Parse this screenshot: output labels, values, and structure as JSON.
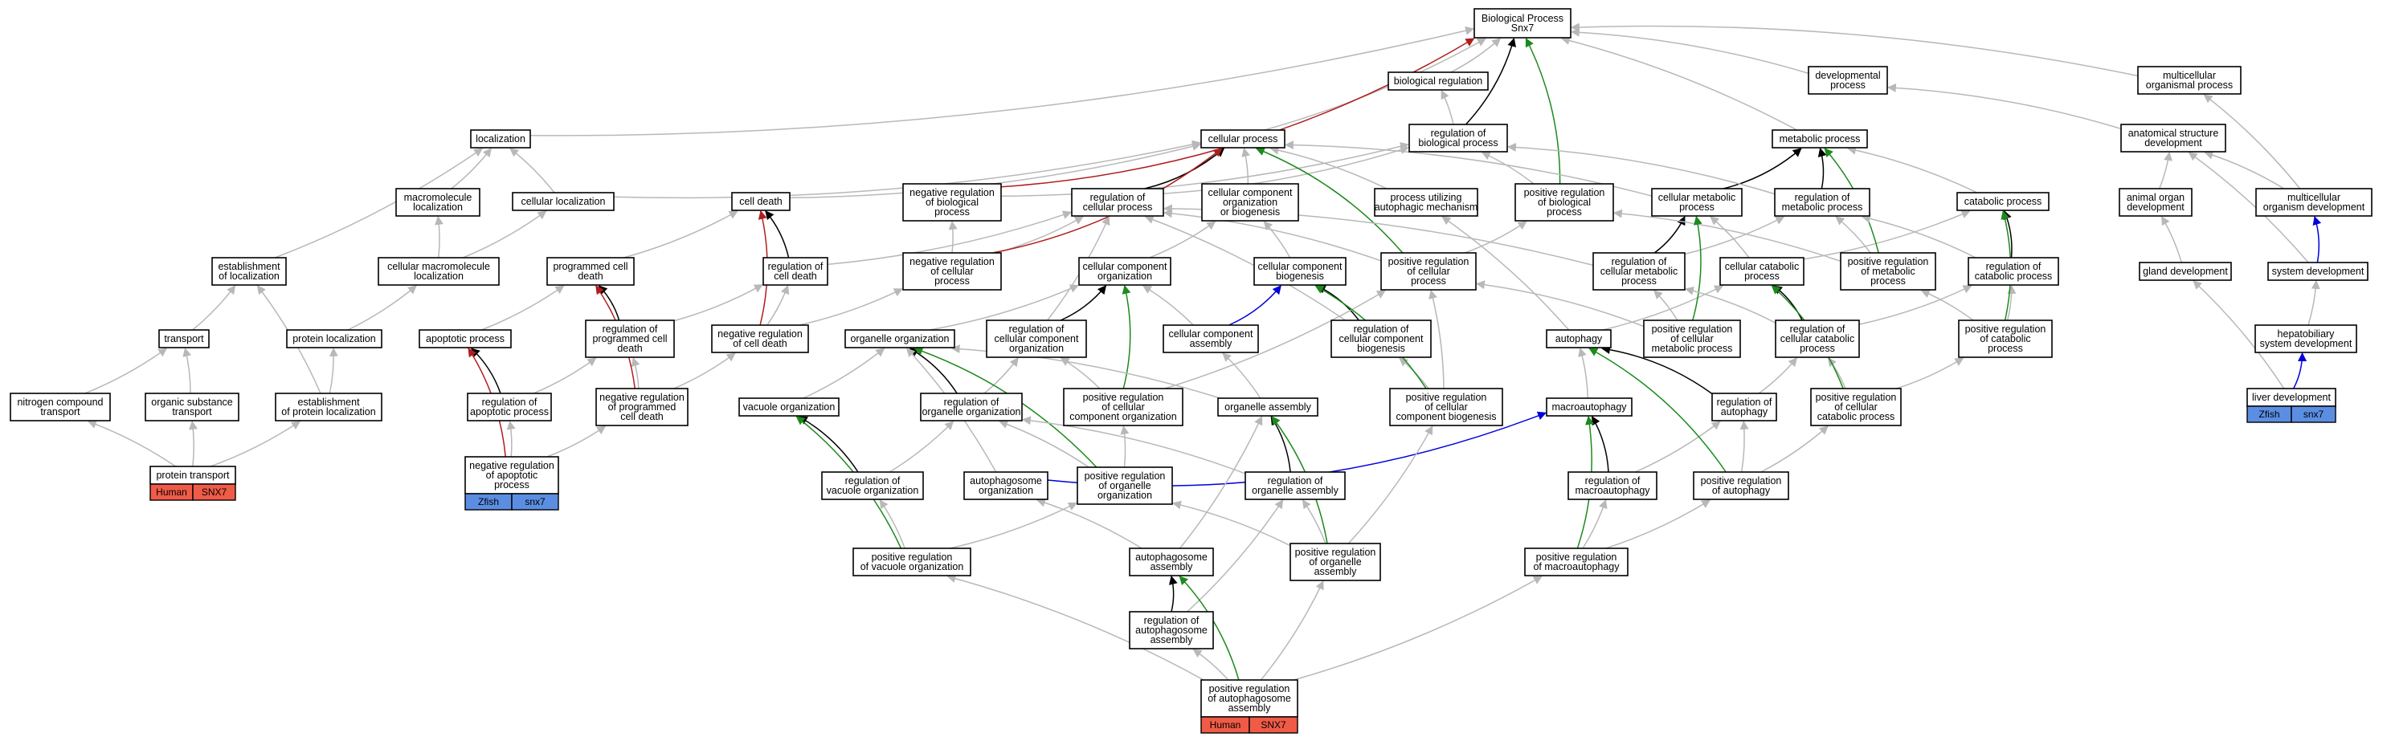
{
  "colors": {
    "is_a": "#b8b8b8",
    "part_of": "#000000",
    "regulates": "#b01d1d",
    "positively_regulates": "#1c8a1c",
    "negatively_regulates_alt": "#0000dd",
    "human_tag": "#f05b47",
    "zfish_tag": "#5b8ee2"
  },
  "nodes": {
    "bp": [
      "Biological Process",
      "Snx7"
    ],
    "bioreg": [
      "biological regulation"
    ],
    "devproc": [
      "developmental",
      "process"
    ],
    "multidev": [
      "multicellular",
      "organismal process"
    ],
    "cellproc": [
      "cellular process"
    ],
    "regbio": [
      "regulation of",
      "biological process"
    ],
    "metab": [
      "metabolic process"
    ],
    "anatdev": [
      "anatomical structure",
      "development"
    ],
    "loc": [
      "localization"
    ],
    "macroloc": [
      "macromolecule",
      "localization"
    ],
    "cellloc": [
      "cellular localization"
    ],
    "celldeath": [
      "cell death"
    ],
    "negregbio": [
      "negative regulation",
      "of biological",
      "process"
    ],
    "regcell": [
      "regulation of",
      "cellular process"
    ],
    "ccorg": [
      "cellular component",
      "organization",
      "or biogenesis"
    ],
    "autophmech": [
      "process utilizing",
      "autophagic mechanism"
    ],
    "posregbio": [
      "positive regulation",
      "of biological",
      "process"
    ],
    "cellmetab": [
      "cellular metabolic",
      "process"
    ],
    "regmetab": [
      "regulation of",
      "metabolic process"
    ],
    "catab": [
      "catabolic process"
    ],
    "animorgan": [
      "animal organ",
      "development"
    ],
    "multiorgdev": [
      "multicellular",
      "organism development"
    ],
    "estloc": [
      "establishment",
      "of localization"
    ],
    "cellmacroloc": [
      "cellular macromolecule",
      "localization"
    ],
    "progdeath": [
      "programmed cell",
      "death"
    ],
    "regcelldeath": [
      "regulation of",
      "cell death"
    ],
    "negregcell": [
      "negative regulation",
      "of cellular",
      "process"
    ],
    "ccorg2": [
      "cellular component",
      "organization"
    ],
    "ccbio": [
      "cellular component",
      "biogenesis"
    ],
    "posregcell": [
      "positive regulation",
      "of cellular",
      "process"
    ],
    "regcellmetab": [
      "regulation of",
      "cellular metabolic",
      "process"
    ],
    "cellcatab": [
      "cellular catabolic",
      "process"
    ],
    "posregmetab": [
      "positive regulation",
      "of metabolic",
      "process"
    ],
    "regcatab": [
      "regulation of",
      "catabolic process"
    ],
    "glanddev": [
      "gland development"
    ],
    "sysdev": [
      "system development"
    ],
    "transport": [
      "transport"
    ],
    "protloc": [
      "protein localization"
    ],
    "apoptotic": [
      "apoptotic process"
    ],
    "regprogdeath": [
      "regulation of",
      "programmed cell",
      "death"
    ],
    "negregcelldeath": [
      "negative regulation",
      "of cell death"
    ],
    "orgorg": [
      "organelle organization"
    ],
    "regccorg": [
      "regulation of",
      "cellular component",
      "organization"
    ],
    "ccasm": [
      "cellular component",
      "assembly"
    ],
    "regccbio": [
      "regulation of",
      "cellular component",
      "biogenesis"
    ],
    "autophagy": [
      "autophagy"
    ],
    "posregcellmetab": [
      "positive regulation",
      "of cellular",
      "metabolic process"
    ],
    "regcellcatab": [
      "regulation of",
      "cellular catabolic",
      "process"
    ],
    "posregcatab": [
      "positive regulation",
      "of catabolic",
      "process"
    ],
    "hepato": [
      "hepatobiliary",
      "system development"
    ],
    "nitro": [
      "nitrogen compound",
      "transport"
    ],
    "organsub": [
      "organic substance",
      "transport"
    ],
    "estprotloc": [
      "establishment",
      "of protein localization"
    ],
    "regapop": [
      "regulation of",
      "apoptotic process"
    ],
    "negregprogdeath": [
      "negative regulation",
      "of programmed",
      "cell death"
    ],
    "vacorg": [
      "vacuole organization"
    ],
    "regorgorg": [
      "regulation of",
      "organelle organization"
    ],
    "posregccorg": [
      "positive regulation",
      "of cellular",
      "component organization"
    ],
    "orgasm": [
      "organelle assembly"
    ],
    "posregccbio": [
      "positive regulation",
      "of cellular",
      "component biogenesis"
    ],
    "macroautoph": [
      "macroautophagy"
    ],
    "regautoph": [
      "regulation of",
      "autophagy"
    ],
    "posregcellcatab": [
      "positive regulation",
      "of cellular",
      "catabolic process"
    ],
    "liverdev": [
      "liver development"
    ],
    "prottrans": [
      "protein transport"
    ],
    "negregapop": [
      "negative regulation",
      "of apoptotic",
      "process"
    ],
    "regvacorg": [
      "regulation of",
      "vacuole organization"
    ],
    "autophorg": [
      "autophagosome",
      "organization"
    ],
    "posregorgorg": [
      "positive regulation",
      "of organelle",
      "organization"
    ],
    "regorgasm": [
      "regulation of",
      "organelle assembly"
    ],
    "regmacro": [
      "regulation of",
      "macroautophagy"
    ],
    "posregautoph": [
      "positive regulation",
      "of autophagy"
    ],
    "posregvac": [
      "positive regulation",
      "of vacuole organization"
    ],
    "autophasm": [
      "autophagosome",
      "assembly"
    ],
    "posregorgasm": [
      "positive regulation",
      "of organelle",
      "assembly"
    ],
    "posregmacro": [
      "positive regulation",
      "of macroautophagy"
    ],
    "regautophasm": [
      "regulation of",
      "autophagosome",
      "assembly"
    ],
    "posregautophasm": [
      "positive regulation",
      "of autophagosome",
      "assembly"
    ]
  },
  "tags": {
    "prottrans": [
      "Human",
      "SNX7"
    ],
    "negregapop": [
      "Zfish",
      "snx7"
    ],
    "liverdev": [
      "Zfish",
      "snx7"
    ],
    "posregautophasm": [
      "Human",
      "SNX7"
    ]
  }
}
